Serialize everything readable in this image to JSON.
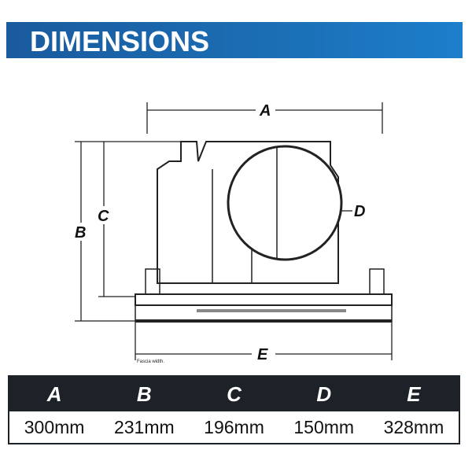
{
  "header": {
    "title": "DIMENSIONS",
    "color": "#1a6ab2"
  },
  "diagram": {
    "labels": {
      "a": "A",
      "b": "B",
      "c": "C",
      "d": "D",
      "e": "E"
    },
    "note": "Fascia width."
  },
  "table": {
    "headers": [
      "A",
      "B",
      "C",
      "D",
      "E"
    ],
    "values": [
      "300mm",
      "231mm",
      "196mm",
      "150mm",
      "328mm"
    ]
  }
}
